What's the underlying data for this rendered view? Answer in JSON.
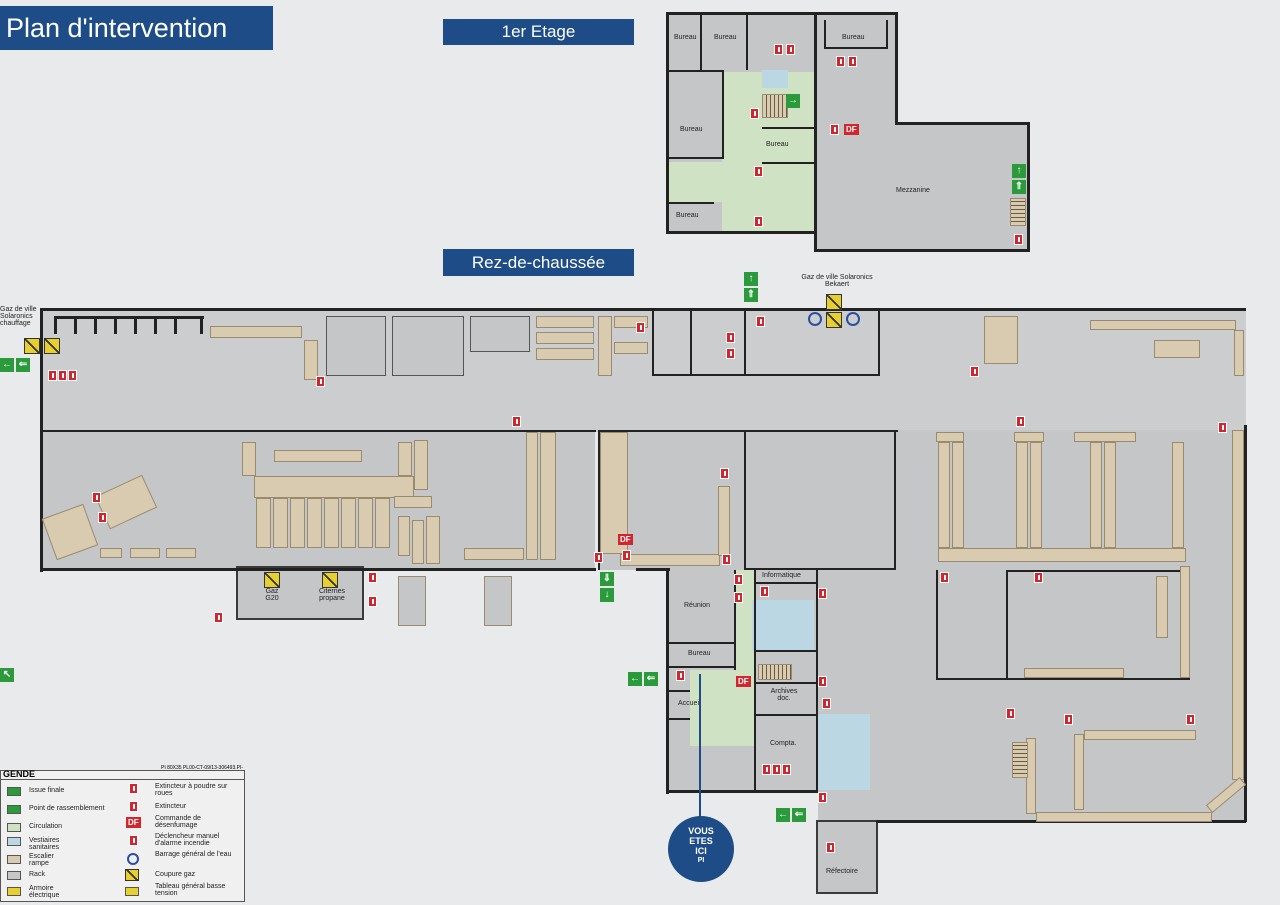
{
  "titles": {
    "main": "Plan d'intervention",
    "floor1": "1er Etage",
    "ground": "Rez-de-chaussée"
  },
  "floor1_rooms": {
    "bureau_a": "Bureau",
    "bureau_b": "Bureau",
    "bureau_c": "Bureau",
    "bureau_d": "Bureau",
    "bureau_e": "Bureau",
    "bureau_f": "Bureau",
    "mezzanine": "Mezzanine"
  },
  "ground_rooms": {
    "reunion": "Réunion",
    "bureau": "Bureau",
    "accueil": "Accueil",
    "informatique": "Informatique",
    "archives": "Archives doc.",
    "compta": "Compta.",
    "refectoire": "Réfectoire"
  },
  "gas_labels": {
    "west": "Gaz de ville Solaronics chauffage",
    "north": "Gaz de ville Solaronics Bekaert",
    "g20": "Gaz G20",
    "propane": "Citernes propane"
  },
  "here_marker": {
    "line1": "VOUS",
    "line2": "ETES",
    "line3": "ICI",
    "code": "PI"
  },
  "legend": {
    "title": "GENDE",
    "ref": "PI 80X35 PL00-CT-09/13-306493.PI-",
    "items_left": [
      "Issue finale",
      "Point de rassemblement",
      "Circulation",
      "Vestiaires sanitaires",
      "Escalier rampe",
      "Rack",
      "Armoire électrique"
    ],
    "items_right": [
      "Extincteur à poudre sur roues",
      "Extincteur",
      "Commande de désenfumage",
      "Déclencheur manuel d'alarme incendie",
      "Barrage général de l'eau",
      "Coupure gaz",
      "Tableau général basse tension"
    ],
    "df_symbol": "DF"
  },
  "colors": {
    "banner": "#1d4c86",
    "zone": "#c4c6c8",
    "circulation": "#cfe2c3",
    "sanitaires": "#bcd7e4",
    "rack": "#d9cbb0",
    "fire": "#d2262f",
    "exit": "#2a9a3a"
  }
}
